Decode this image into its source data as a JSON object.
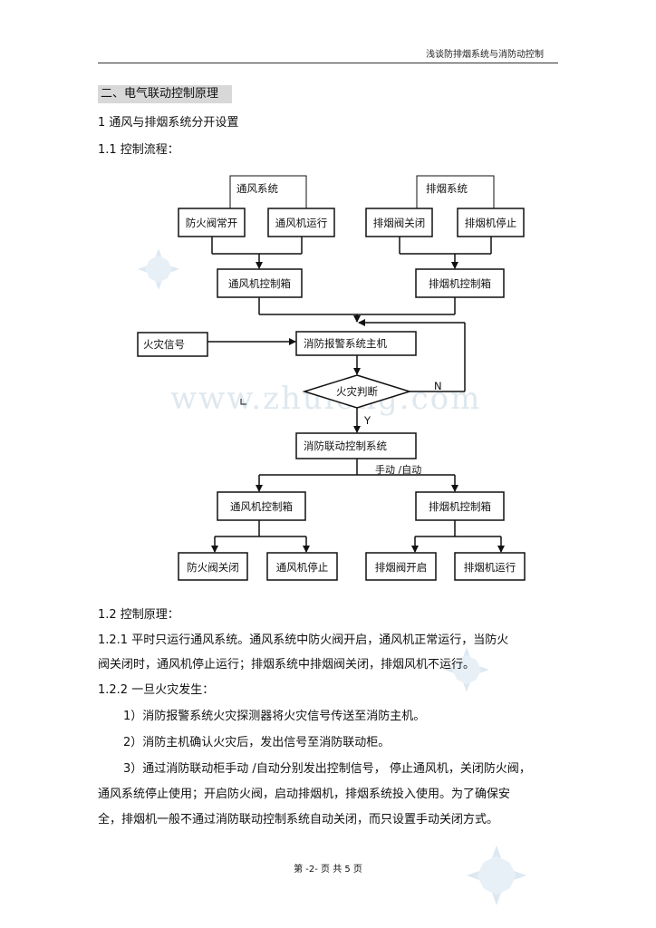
{
  "header": {
    "title": "浅谈防排烟系统与消防动控制"
  },
  "section_heading": "二、电气联动控制原理",
  "heading_1": "1 通风与排烟系统分开设置",
  "heading_1_1": "1.1 控制流程：",
  "flowchart": {
    "vent_system": "通风系统",
    "smoke_system": "排烟系统",
    "fire_damper_open": "防火阀常开",
    "vent_fan_running": "通风机运行",
    "smoke_valve_closed": "排烟阀关闭",
    "smoke_fan_stopped": "排烟机停止",
    "vent_control_box_top": "通风机控制箱",
    "smoke_control_box_top": "排烟机控制箱",
    "fire_signal": "火灾信号",
    "alarm_host": "消防报警系统主机",
    "fire_judgement": "火灾判断",
    "no_label": "N",
    "yes_label": "Y",
    "linkage_system": "消防联动控制系统",
    "manual_auto": "手动 /自动",
    "vent_control_box_bottom": "通风机控制箱",
    "smoke_control_box_bottom": "排烟机控制箱",
    "fire_damper_close": "防火阀关闭",
    "vent_fan_stop": "通风机停止",
    "smoke_valve_open": "排烟阀开启",
    "smoke_fan_run": "排烟机运行"
  },
  "watermark": "www.zhulong.com",
  "heading_1_2": "1.2 控制原理：",
  "p_1_2_1_line1": "1.2.1  平时只运行通风系统。通风系统中防火阀开启，通风机正常运行，当防火",
  "p_1_2_1_line2": "阀关闭时，通风机停止运行；排烟系统中排烟阀关闭，排烟风机不运行。",
  "heading_1_2_2": "1.2.2 一旦火灾发生：",
  "item_1": "1）消防报警系统火灾探测器将火灾信号传送至消防主机。",
  "item_2": "2）消防主机确认火灾后，发出信号至消防联动柜。",
  "item_3_line1": "3）通过消防联动柜手动  /自动分别发出控制信号，  停止通风机，关闭防火阀，",
  "item_3_line2": "通风系统停止使用；开启防火阀，启动排烟机，排烟系统投入使用。为了确保安",
  "item_3_line3": "全，排烟机一般不通过消防联动控制系统自动关闭，而只设置手动关闭方式。",
  "footer": "第 -2- 页 共 5 页"
}
